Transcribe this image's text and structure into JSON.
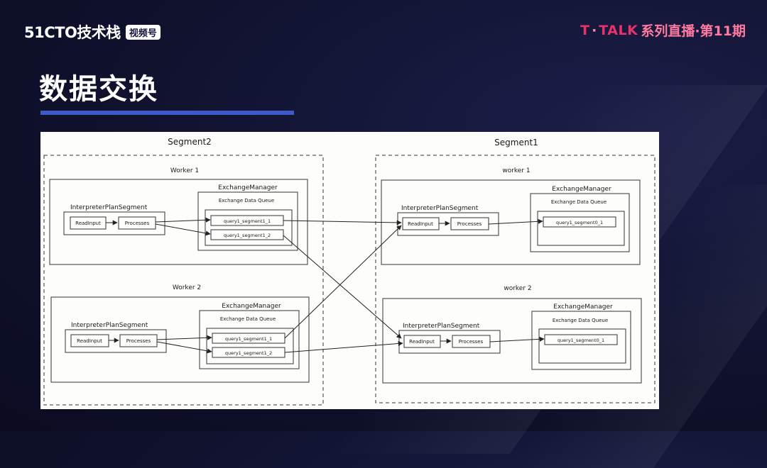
{
  "header": {
    "brand_logo": "51CTO技术栈",
    "brand_badge": "视频号",
    "talk_mark": "T",
    "talk_dot": "·",
    "talk_name": "TALK",
    "talk_series": "系列直播·第11期"
  },
  "title": "数据交换",
  "diagram": {
    "segments": [
      {
        "label": "Segment2",
        "workers": [
          {
            "label": "Worker 1",
            "plan_label": "InterpreterPlanSegment",
            "read_label": "ReadInput",
            "proc_label": "Processes",
            "manager_label": "ExchangeManager",
            "queue_label": "Exchange Data Queue",
            "queues": [
              "query1_segment1_1",
              "query1_segment1_2"
            ]
          },
          {
            "label": "Worker 2",
            "plan_label": "InterpreterPlanSegment",
            "read_label": "ReadInput",
            "proc_label": "Processes",
            "manager_label": "ExchangeManager",
            "queue_label": "Exchange Data Queue",
            "queues": [
              "query1_segment1_1",
              "query1_segment1_2"
            ]
          }
        ]
      },
      {
        "label": "Segment1",
        "workers": [
          {
            "label": "worker 1",
            "plan_label": "InterpreterPlanSegment",
            "read_label": "ReadInput",
            "proc_label": "Processes",
            "manager_label": "ExchangeManager",
            "queue_label": "Exchange Data Queue",
            "queues": [
              "query1_segment0_1"
            ]
          },
          {
            "label": "worker 2",
            "plan_label": "InterpreterPlanSegment",
            "read_label": "ReadInput",
            "proc_label": "Processes",
            "manager_label": "ExchangeManager",
            "queue_label": "Exchange Data Queue",
            "queues": [
              "query1_segment0_1"
            ]
          }
        ]
      }
    ]
  }
}
